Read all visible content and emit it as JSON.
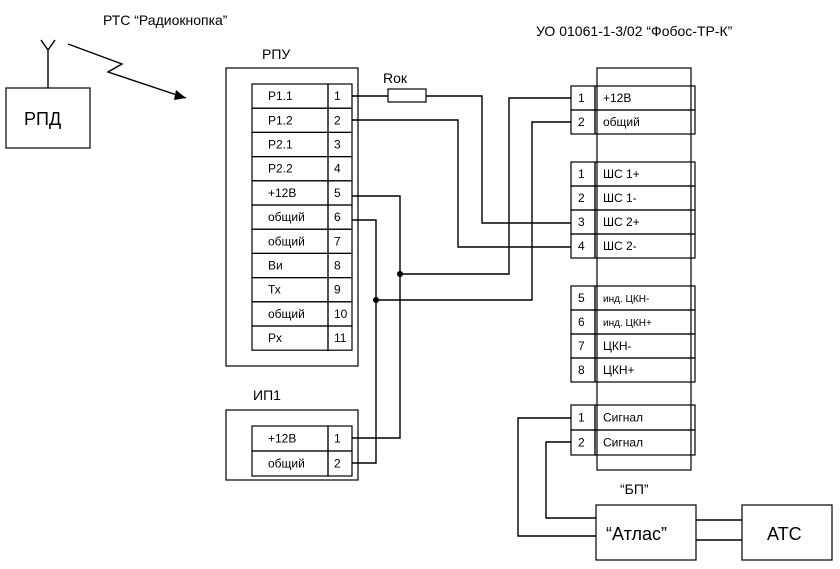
{
  "labels": {
    "rts_title": "РТС “Радиокнопка”",
    "uo_title": "УО 01061-1-3/02 “Фобос-ТР-К”",
    "rpu": "РПУ",
    "rpd": "РПД",
    "ip1": "ИП1",
    "rok": "Rок",
    "bp": "“БП”",
    "atlas": "“Атлас”",
    "ats": "АТС"
  },
  "rpu_terminals": [
    {
      "label": "P1.1",
      "num": "1"
    },
    {
      "label": "P1.2",
      "num": "2"
    },
    {
      "label": "P2.1",
      "num": "3"
    },
    {
      "label": "P2.2",
      "num": "4"
    },
    {
      "label": "+12В",
      "num": "5"
    },
    {
      "label": "общий",
      "num": "6"
    },
    {
      "label": "общий",
      "num": "7"
    },
    {
      "label": "Ви",
      "num": "8"
    },
    {
      "label": "Тх",
      "num": "9"
    },
    {
      "label": "общий",
      "num": "10"
    },
    {
      "label": "Рх",
      "num": "11"
    }
  ],
  "ip1_terminals": [
    {
      "label": "+12В",
      "num": "1"
    },
    {
      "label": "общий",
      "num": "2"
    }
  ],
  "uo_power": [
    {
      "num": "1",
      "label": "+12В"
    },
    {
      "num": "2",
      "label": "общий"
    }
  ],
  "uo_loops": [
    {
      "num": "1",
      "label": "ШС 1+"
    },
    {
      "num": "2",
      "label": "ШС 1-"
    },
    {
      "num": "3",
      "label": "ШС 2+"
    },
    {
      "num": "4",
      "label": "ШС 2-"
    }
  ],
  "uo_ind": [
    {
      "num": "5",
      "label": "инд. ЦКН-"
    },
    {
      "num": "6",
      "label": "инд. ЦКН+"
    },
    {
      "num": "7",
      "label": "ЦКН-"
    },
    {
      "num": "8",
      "label": "ЦКН+"
    }
  ],
  "uo_signal": [
    {
      "num": "1",
      "label": "Сигнал"
    },
    {
      "num": "2",
      "label": "Сигнал"
    }
  ]
}
